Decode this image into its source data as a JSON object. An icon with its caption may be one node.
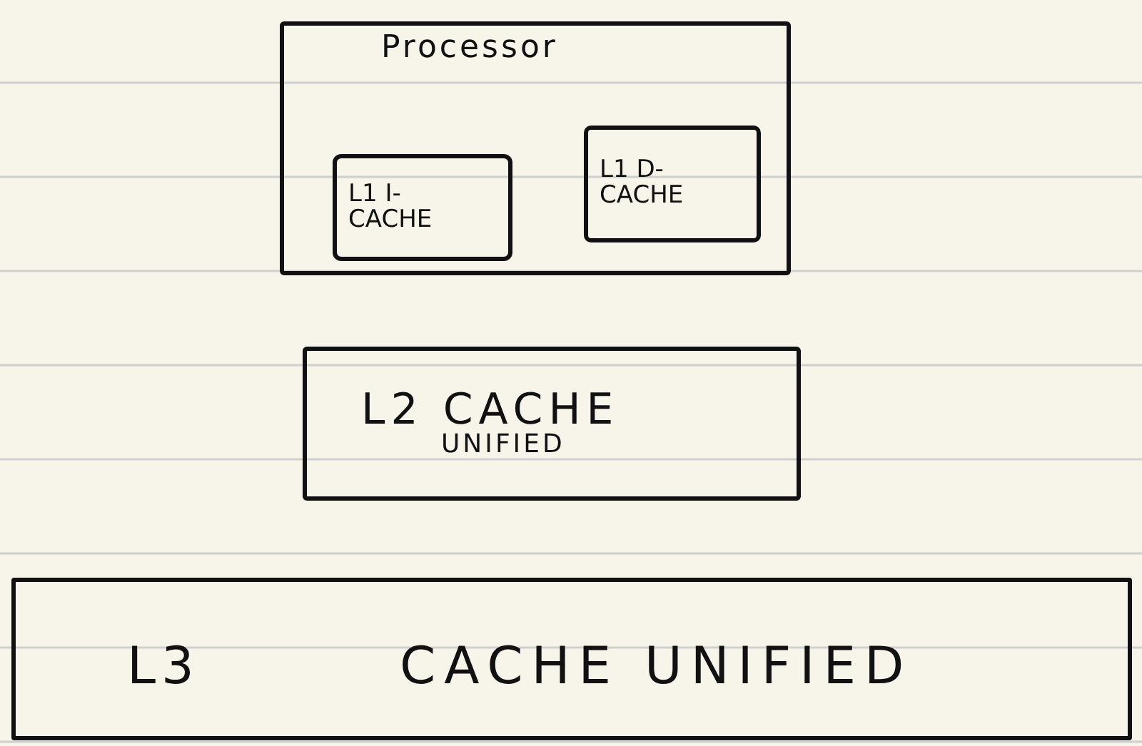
{
  "diagram": {
    "nodes": [
      {
        "text": [
          "Processor"
        ]
      },
      {
        "text": [
          "L1 I-CACHE"
        ],
        "in": 0
      },
      {
        "text": [
          "L1 D-CACHE"
        ],
        "in": 0
      },
      {
        "text": [
          "L2 CACHE",
          "UNIFIED"
        ]
      },
      {
        "text": [
          "L3",
          "CACHE UNIFIED"
        ]
      }
    ]
  }
}
